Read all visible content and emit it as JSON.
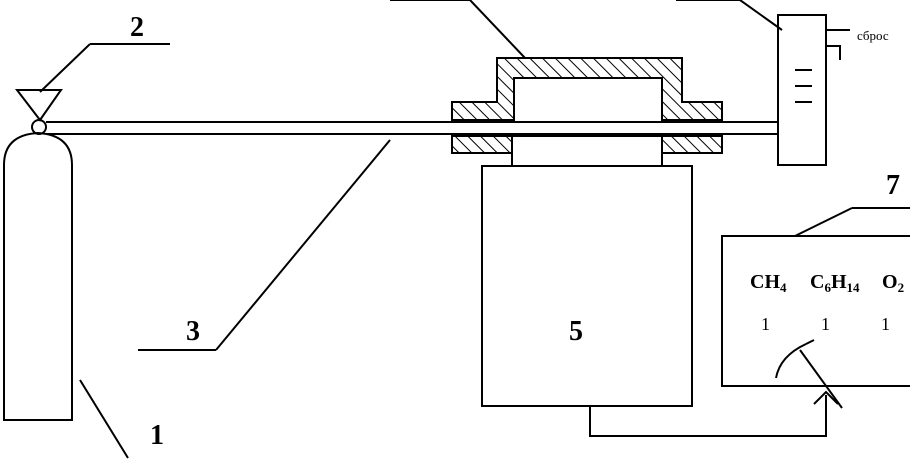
{
  "labels": {
    "n1": "1",
    "n2": "2",
    "n3": "3",
    "n5": "5",
    "n7": "7",
    "outlet": "сброс"
  },
  "indicator": {
    "gas1": {
      "base": "CH",
      "sub": "4"
    },
    "gas2": {
      "c": "C",
      "c_sub": "6",
      "h": "H",
      "h_sub": "14"
    },
    "gas3": {
      "base": "O",
      "sub": "2"
    },
    "marks": [
      "1",
      "1",
      "1"
    ]
  }
}
